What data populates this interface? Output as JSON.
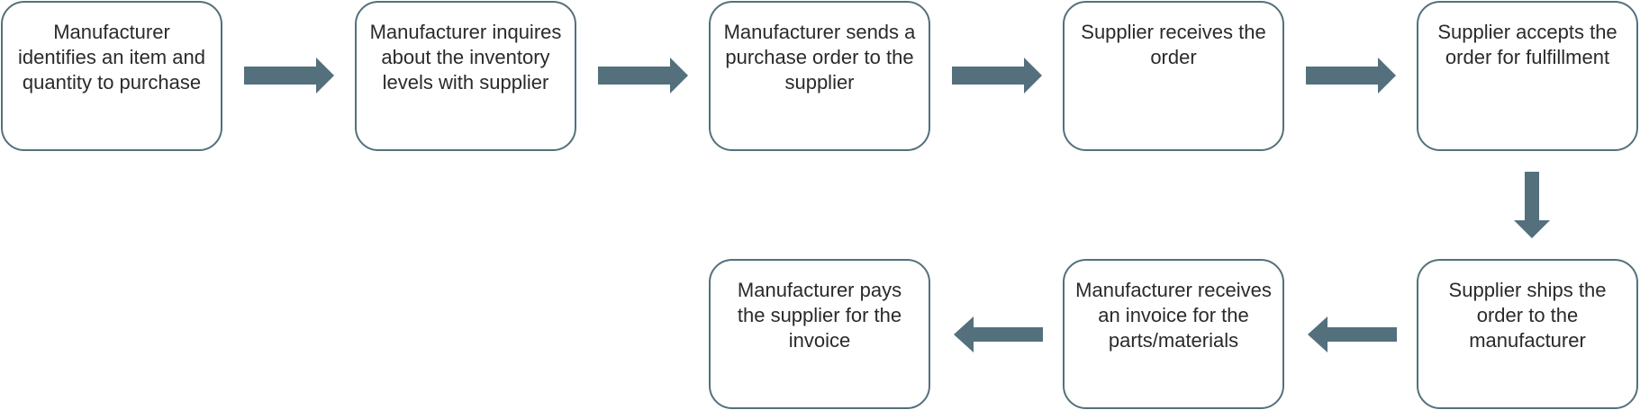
{
  "diagram": {
    "accent_color": "#53707c",
    "steps": [
      {
        "label": "Manufacturer identifies an item and quantity to purchase"
      },
      {
        "label": "Manufacturer inquires about the inventory levels with supplier"
      },
      {
        "label": "Manufacturer sends a purchase order to the supplier"
      },
      {
        "label": "Supplier receives the order"
      },
      {
        "label": "Supplier accepts the order for fulfillment"
      },
      {
        "label": "Supplier ships the order to the manufacturer"
      },
      {
        "label": "Manufacturer receives an invoice for the parts/materials"
      },
      {
        "label": "Manufacturer pays the supplier for the invoice"
      }
    ],
    "arrow_directions": [
      "right",
      "right",
      "right",
      "right",
      "down",
      "left",
      "left"
    ]
  }
}
